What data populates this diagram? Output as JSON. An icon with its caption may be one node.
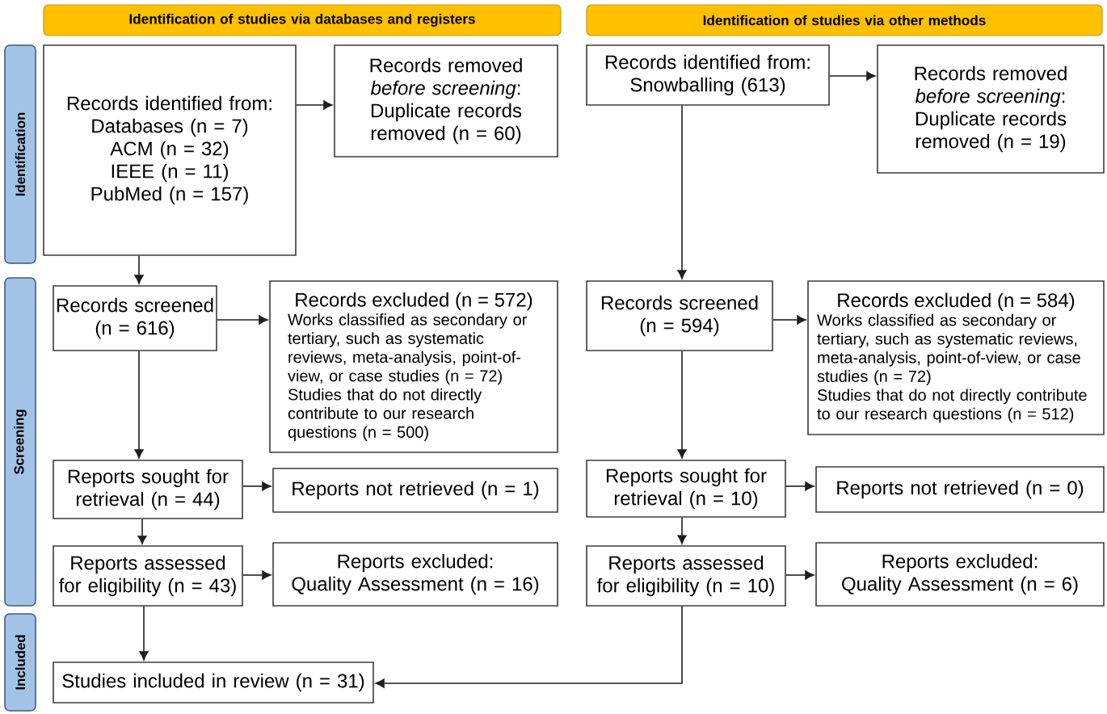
{
  "diagram": {
    "nodes": [
      {
        "text": [
          "Identification of studies via databases and registers"
        ]
      },
      {
        "text": [
          "Identification of studies via other methods"
        ]
      },
      {
        "text": [
          "Identification"
        ]
      },
      {
        "text": [
          "Records identified from:",
          "Databases (n = 7)",
          "ACM (n = 32)",
          "IEEE (n = 11)",
          "PubMed (n = 157)"
        ]
      },
      {
        "text": [
          "Records removed *before screening*:",
          "Duplicate records removed (n = 60)"
        ]
      },
      {
        "text": [
          "Records identified from:",
          "Snowballing (613)"
        ]
      },
      {
        "text": [
          "Records removed *before screening*:",
          "Duplicate records removed (n = 19)"
        ]
      },
      {
        "text": [
          "Screening"
        ]
      },
      {
        "text": [
          "Records screened (n = 616)"
        ]
      },
      {
        "text": [
          "Records excluded (n = 572)",
          "Works classified as secondary or tertiary, such as systematic reviews, meta-analysis, point-of-view, or case studies (n = 72)",
          "Studies that do not directly contribute to our research questions (n = 500)"
        ]
      },
      {
        "text": [
          "Records screened (n = 594)"
        ]
      },
      {
        "text": [
          "Records excluded (n = 584)",
          "Works classified as secondary or tertiary, such as systematic reviews, meta-analysis, point-of-view, or case studies (n = 72)",
          "Studies that do not directly contribute to our research questions (n = 512)"
        ]
      },
      {
        "text": [
          "Reports sought for retrieval (n = 44)"
        ]
      },
      {
        "text": [
          "Reports not retrieved (n = 1)"
        ]
      },
      {
        "text": [
          "Reports sought for retrieval (n = 10)"
        ]
      },
      {
        "text": [
          "Reports not retrieved (n = 0)"
        ]
      },
      {
        "text": [
          "Reports assessed for eligibility (n = 43)"
        ]
      },
      {
        "text": [
          "Reports excluded:",
          "Quality Assessment (n = 16)"
        ]
      },
      {
        "text": [
          "Reports assessed for eligibility (n = 10)"
        ]
      },
      {
        "text": [
          "Reports excluded:",
          "Quality Assessment (n = 6)"
        ]
      },
      {
        "text": [
          "Included"
        ]
      },
      {
        "text": [
          "Studies included in review (n = 31)"
        ]
      }
    ],
    "edges": [
      {
        "from": 3,
        "to": 4,
        "arrow": "to"
      },
      {
        "from": 3,
        "to": 8,
        "arrow": "to"
      },
      {
        "from": 5,
        "to": 6,
        "arrow": "to"
      },
      {
        "from": 5,
        "to": 10,
        "arrow": "to"
      },
      {
        "from": 8,
        "to": 9,
        "arrow": "to"
      },
      {
        "from": 8,
        "to": 12,
        "arrow": "to"
      },
      {
        "from": 10,
        "to": 11,
        "arrow": "to"
      },
      {
        "from": 10,
        "to": 14,
        "arrow": "to"
      },
      {
        "from": 12,
        "to": 13,
        "arrow": "to"
      },
      {
        "from": 12,
        "to": 16,
        "arrow": "to"
      },
      {
        "from": 14,
        "to": 15,
        "arrow": "to"
      },
      {
        "from": 14,
        "to": 18,
        "arrow": "to"
      },
      {
        "from": 16,
        "to": 17,
        "arrow": "to"
      },
      {
        "from": 18,
        "to": 19,
        "arrow": "to"
      },
      {
        "from": 16,
        "to": 21,
        "arrow": "to"
      },
      {
        "from": 18,
        "to": 21,
        "arrow": "to"
      }
    ]
  }
}
